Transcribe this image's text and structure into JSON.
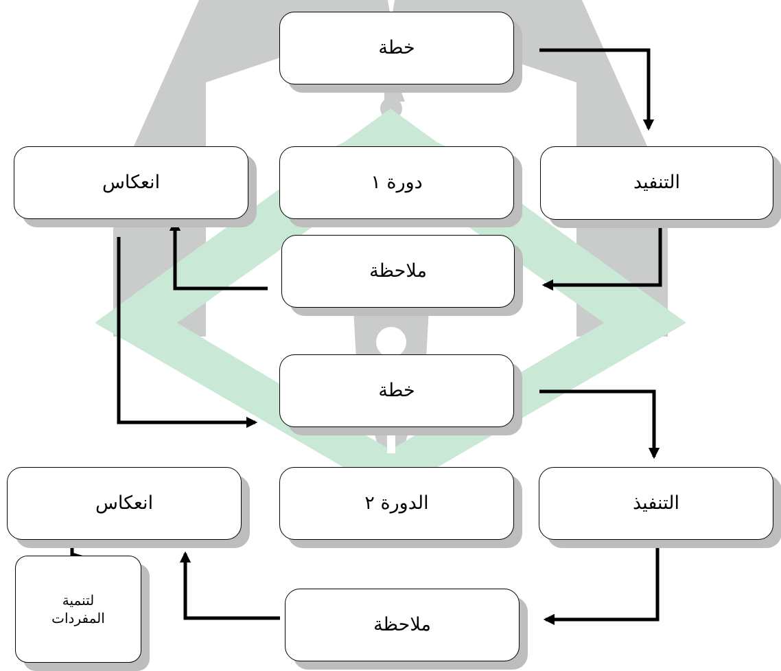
{
  "cycle1": {
    "plan": "خطة",
    "label": "دورة ١",
    "action": "التنفيد",
    "observation": "ملاحظة",
    "reflection": "انعكاس"
  },
  "cycle2": {
    "plan": "خطة",
    "label": "الدورة ٢",
    "action": "التنفيذ",
    "observation": "ملاحظة",
    "reflection": "انعكاس"
  },
  "outcome": "لتنمية\nالمفردات",
  "colors": {
    "watermark_green": "#c9e9d6",
    "watermark_gray": "#c8ccc9",
    "shadow": "#bdbdbd",
    "line": "#000000"
  }
}
